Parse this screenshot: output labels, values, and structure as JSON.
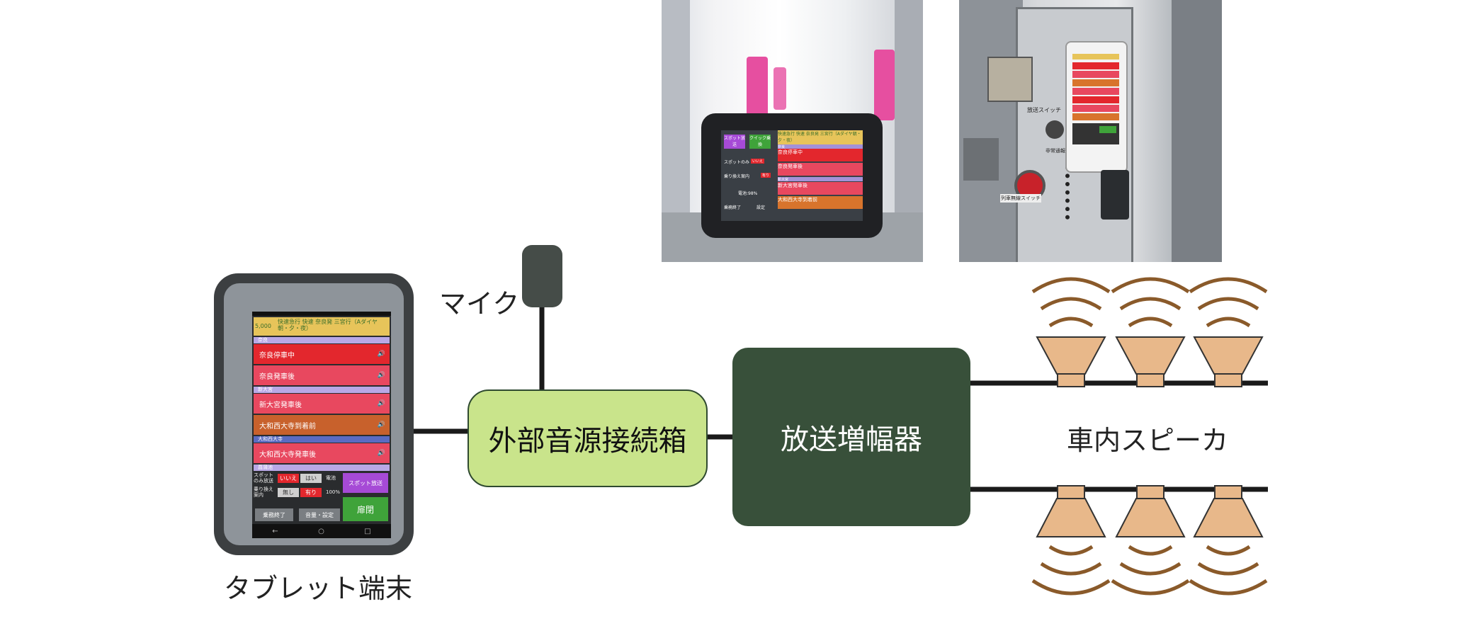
{
  "labels": {
    "mic": "マイク",
    "external_box": "外部音源接続箱",
    "amplifier": "放送増幅器",
    "speakers": "車内スピーカ",
    "tablet": "タブレット端末"
  },
  "tablet_screen": {
    "header_number": "5,000",
    "header_text": "快速急行 快速 奈良発 三宮行（Aダイヤ朝・夕・夜）",
    "sections": [
      {
        "bar": "奈良",
        "items": [
          {
            "text": "奈良停車中",
            "color": "#e3272d"
          },
          {
            "text": "奈良発車後",
            "color": "#e8485f"
          }
        ]
      },
      {
        "bar": "新大宮",
        "items": [
          {
            "text": "新大宮発車後",
            "color": "#e8485f"
          },
          {
            "text": "大和西大寺到着前",
            "color": "#c8612c"
          }
        ]
      },
      {
        "bar": "大和西大寺",
        "items": [
          {
            "text": "大和西大寺発車後",
            "color": "#e8485f"
          }
        ]
      },
      {
        "bar": "菖蒲池",
        "items": []
      }
    ],
    "spot_only_label": "スポットのみ放送",
    "spot_only_options": [
      "いいえ",
      "はい"
    ],
    "transfer_label": "乗り換え案内",
    "transfer_options": [
      "無し",
      "有り"
    ],
    "battery_label": "電池",
    "battery_value": "100%",
    "spot_button": "スポット放送",
    "finish_button": "乗務終了",
    "volume_button": "音量・設定",
    "door_button": "扉閉"
  },
  "photo1_screen": {
    "buttons": [
      "スポット放送",
      "クイック乗換"
    ],
    "header": "快速急行 快速 奈良発 三宮行（Aダイヤ朝・夕・夜）",
    "left_rows": [
      "スポットのみ",
      "乗り換え案内",
      "電池:98%",
      "乗務終了",
      "設定"
    ],
    "options": [
      "いいえ",
      "有り"
    ],
    "items": [
      "奈良停車中",
      "奈良発車後",
      "新大宮発車後",
      "大和西大寺到着前"
    ],
    "bars": [
      "奈良",
      "新大宮"
    ]
  },
  "photo2_text": {
    "switch_label": "放送スイッチ",
    "panel_label_1": "非常通報",
    "panel_label_2": "列車無線スイッチ"
  },
  "colors": {
    "amp": "#38503a",
    "box": "#c9e48b",
    "speaker": "#e8b88a",
    "sound_wave": "#8a5a2a"
  }
}
